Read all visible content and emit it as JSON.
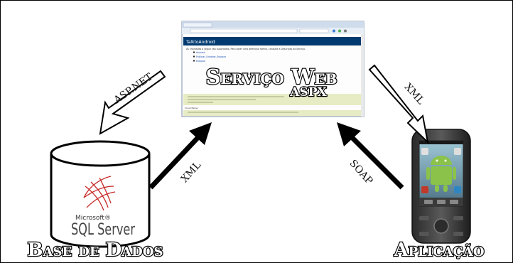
{
  "nodes": {
    "web_service": {
      "title": "Serviço Web",
      "subtitle": "ASPX"
    },
    "database": {
      "caption": "Base de Dados",
      "brand_small": "Microsoft®",
      "brand_big": "SQL Server"
    },
    "app": {
      "caption": "Aplicação"
    }
  },
  "edges": {
    "service_to_db": "ASP.NET",
    "db_to_service": "XML",
    "service_to_app": "XML",
    "app_to_service": "SOAP"
  },
  "browser": {
    "page_heading": "TalktoAndroid",
    "intro": "As chamadas a seguir são suportadas. Para obter uma definição formal, consulte a Descrição do Serviço.",
    "links": [
      "Android",
      "Publicar_Unidade_Estoque",
      "Estoque"
    ],
    "section": "Cloud Name"
  }
}
